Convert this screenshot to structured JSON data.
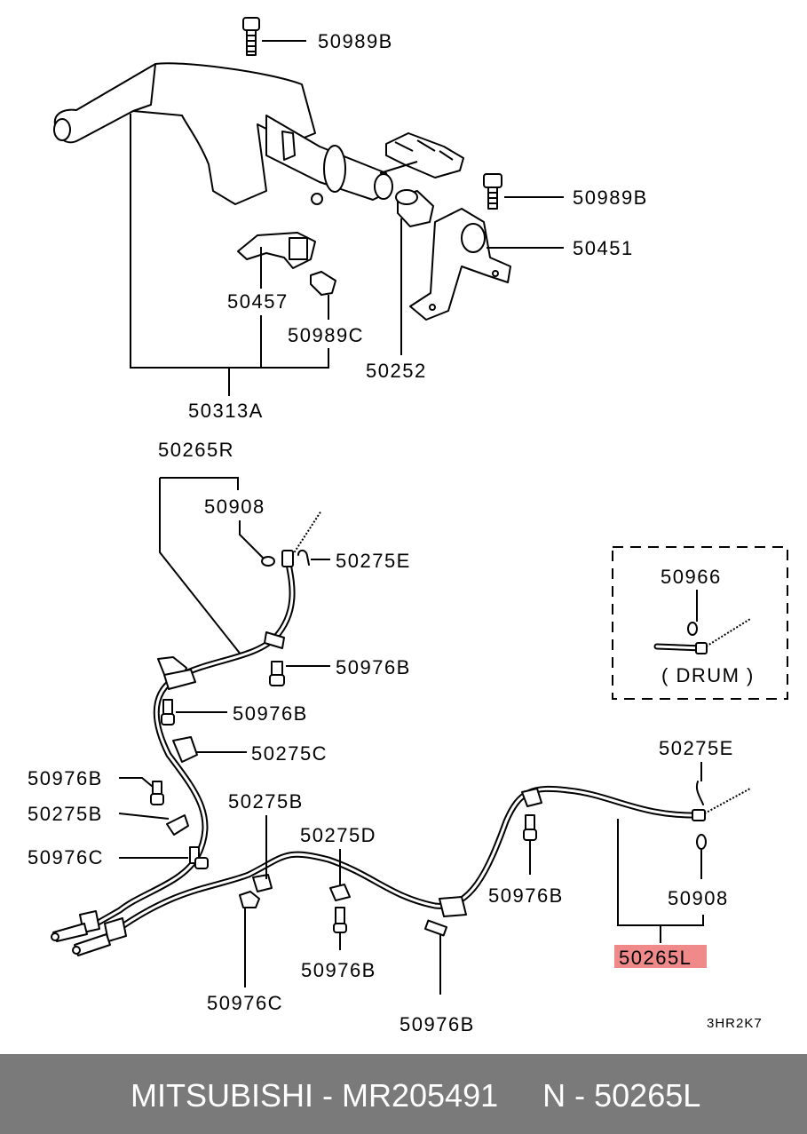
{
  "labels": {
    "p50989b_top": "50989B",
    "p50989b_mid": "50989B",
    "p50451": "50451",
    "p50457": "50457",
    "p50989c": "50989C",
    "p50252": "50252",
    "p50313a": "50313A",
    "p50265r": "50265R",
    "p50908_r": "50908",
    "p50275e_r": "50275E",
    "p50976b_1": "50976B",
    "p50976b_2": "50976B",
    "p50275c": "50275C",
    "p50976b_3": "50976B",
    "p50275b_l": "50275B",
    "p50976c_l": "50976C",
    "p50275b_c": "50275B",
    "p50275d": "50275D",
    "p50976b_4": "50976B",
    "p50976b_5": "50976B",
    "p50976c_b": "50976C",
    "p50976b_6": "50976B",
    "p50275e_l": "50275E",
    "p50908_l": "50908",
    "p50265l": "50265L",
    "inset_part": "50966",
    "inset_caption": "( DRUM )",
    "diagram_code": "3HR2K7"
  },
  "footer": {
    "text": "MITSUBISHI - MR205491     N - 50265L"
  },
  "colors": {
    "highlight": "#f08a8a",
    "footer_bg": "#7a7a7a"
  }
}
